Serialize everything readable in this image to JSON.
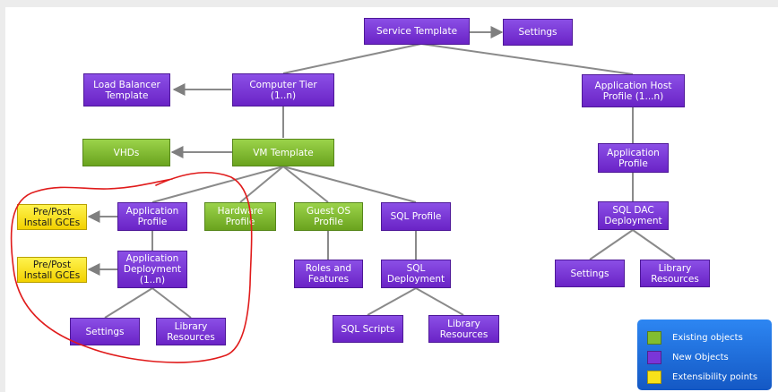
{
  "nodes": {
    "service_template": "Service Template",
    "settings_top": "Settings",
    "load_balancer_template": "Load Balancer\nTemplate",
    "computer_tier": "Computer Tier (1..n)",
    "application_host_profile": "Application Host\nProfile (1...n)",
    "vhds": "VHDs",
    "vm_template": "VM Template",
    "host_application_profile": "Application\nProfile",
    "pre_post_1": "Pre/Post\nInstall GCEs",
    "application_profile": "Application\nProfile",
    "hardware_profile": "Hardware\nProfile",
    "guest_os_profile": "Guest OS\nProfile",
    "sql_profile": "SQL Profile",
    "sql_dac_deployment": "SQL DAC\nDeployment",
    "pre_post_2": "Pre/Post\nInstall GCEs",
    "application_deployment": "Application\nDeployment\n(1..n)",
    "roles_and_features": "Roles and\nFeatures",
    "sql_deployment": "SQL\nDeployment",
    "settings_dac": "Settings",
    "library_resources_dac": "Library\nResources",
    "settings_app": "Settings",
    "library_resources_app": "Library\nResources",
    "sql_scripts": "SQL Scripts",
    "library_resources_sql": "Library\nResources"
  },
  "legend": {
    "existing": "Existing objects",
    "new": "New Objects",
    "extensibility": "Extensibility points"
  },
  "colors": {
    "new_objects": "#7a35d8",
    "existing_objects": "#82bd30",
    "extensibility_points": "#f7e11a",
    "legend_background": "#1f6fdc",
    "connector": "#808080",
    "annotation": "#e01b1b"
  }
}
